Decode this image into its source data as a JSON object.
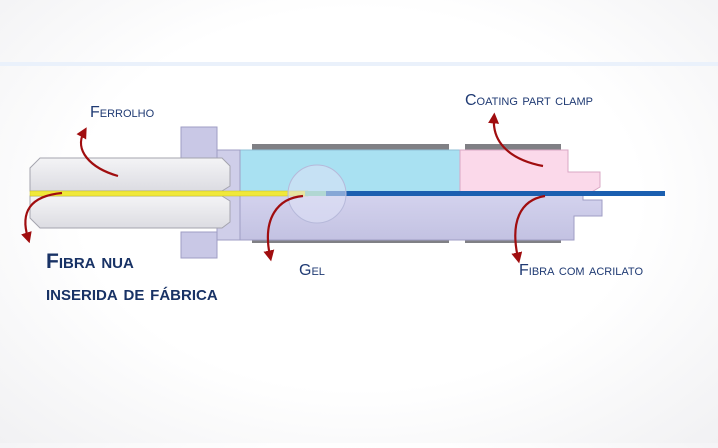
{
  "labels": {
    "ferrolho": "Ferrolho",
    "coating_clamp": "Coating part clamp",
    "gel": "Gel",
    "fibra_acrilato": "Fibra com acrilato",
    "fibra_nua_line1": "Fibra nua",
    "fibra_nua_line2": "inserida de fábrica"
  },
  "colors": {
    "text": "#1f3a73",
    "arrow": "#a00d0f",
    "ferrule": "#e6e6ea",
    "body": "#c9c8e6",
    "gel_chamber": "#a9e1f2",
    "coating_clamp": "#fbd9ea",
    "bare_fiber": "#f0e83a",
    "coated_fiber": "#1b5fb0",
    "pad": "#808085"
  }
}
